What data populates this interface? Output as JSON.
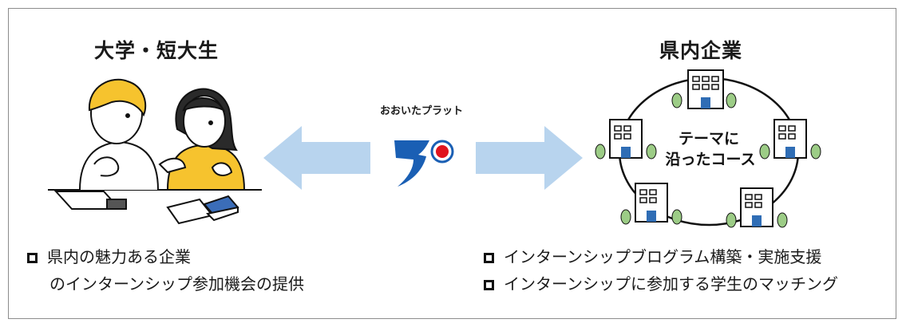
{
  "left_panel": {
    "heading": "大学・短大生",
    "bullets": [
      "県内の魅力ある企業",
      "のインターンシップ参加機会の提供"
    ]
  },
  "center": {
    "brand_name": "おおいたプラット",
    "arrow_color": "#b8d4ee",
    "logo_blue": "#1a5fb4",
    "logo_red": "#e0141e"
  },
  "right_panel": {
    "heading": "県内企業",
    "circle_label": [
      "テーマに",
      "沿ったコース"
    ],
    "bullets": [
      "インターンシップブログラム構築・実施支援",
      "インターンシップに参加する学生のマッチング"
    ]
  },
  "colors": {
    "tree_green": "#9ccc86",
    "building_door": "#2f6db5",
    "student_shirt": "#f6c32e"
  }
}
